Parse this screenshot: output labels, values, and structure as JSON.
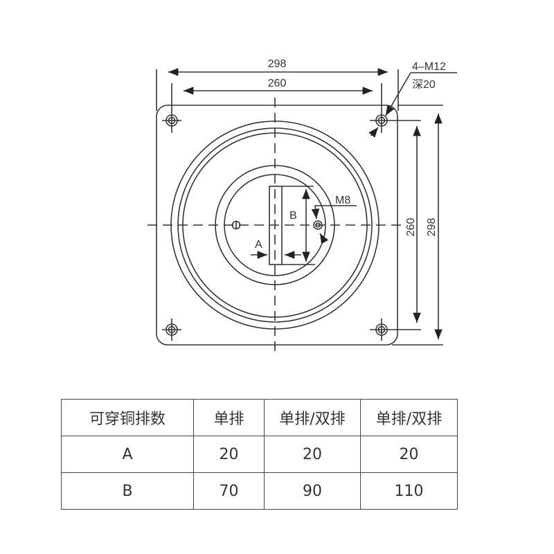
{
  "drawing": {
    "dimensions": {
      "top_outer_width": "298",
      "top_hole_spacing": "260",
      "right_hole_spacing": "260",
      "right_outer_height": "298"
    },
    "callouts": {
      "mount_holes": "4–M12",
      "mount_depth": "深20",
      "terminal_hole": "M8",
      "label_a": "A",
      "label_b": "B"
    },
    "line_color": "#333333"
  },
  "table": {
    "header": [
      "可穿铜排数",
      "单排",
      "单排/双排",
      "单排/双排"
    ],
    "rows": [
      [
        "A",
        "20",
        "20",
        "20"
      ],
      [
        "B",
        "70",
        "90",
        "110"
      ]
    ]
  }
}
